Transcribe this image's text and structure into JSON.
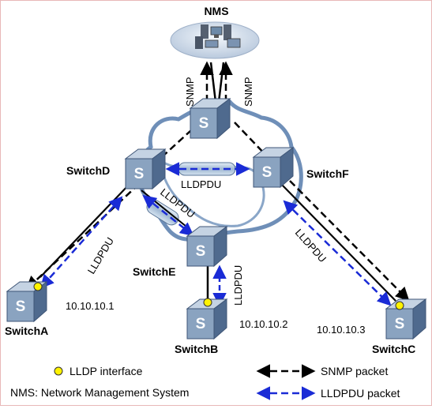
{
  "diagram": {
    "nms_label": "NMS",
    "switch_glyph": "S",
    "switches": {
      "top": "",
      "d": "SwitchD",
      "f": "SwitchF",
      "e": "SwitchE",
      "a": "SwitchA",
      "b": "SwitchB",
      "c": "SwitchC"
    },
    "link_labels": {
      "snmp_left": "SNMP",
      "snmp_right": "SNMP",
      "lldpdu_df": "LLDPDU",
      "lldpdu_de": "LLDPDU",
      "lldpdu_da": "LLDPDU",
      "lldpdu_eb": "LLDPDU",
      "lldpdu_fc": "LLDPDU"
    },
    "ip_addresses": {
      "a": "10.10.10.1",
      "b": "10.10.10.2",
      "c": "10.10.10.3"
    },
    "legend": {
      "lldp_interface": "LLDP interface",
      "nms_definition": "NMS: Network Management System",
      "snmp_packet": "SNMP packet",
      "lldpdu_packet": "LLDPDU packet"
    },
    "colors": {
      "switch_face": "#8aa3c0",
      "switch_dark": "#4f6a8e",
      "cloud_ring": "#6f8fb8",
      "tunnel": "#b8cce0",
      "lldpdu_arrow": "#1a2bd6",
      "snmp_arrow": "#000000",
      "lldp_dot": "#fff200"
    }
  }
}
